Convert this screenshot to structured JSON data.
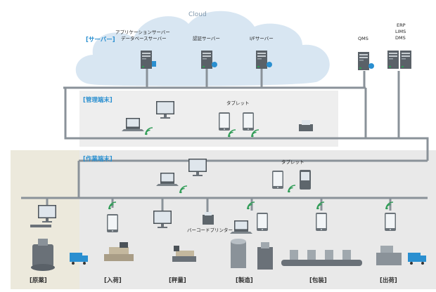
{
  "cloud": {
    "title": "Cloud"
  },
  "sections": {
    "server": "[サーバー]",
    "management": "[管理端末]",
    "work": "[作業端末]"
  },
  "servers": {
    "app_db_line1": "アプリケーションサーバー",
    "app_db_line2": "データベースサーバー",
    "auth": "認証サーバー",
    "if": "I/Fサーバー",
    "qms": "QMS",
    "erp_line1": "ERP",
    "erp_line2": "LIMS",
    "erp_line3": "DMS"
  },
  "tablet_label_mgmt": "タブレット",
  "tablet_label_work": "タブレット",
  "barcode_printer": "バーコードプリンター",
  "processes": [
    "[原薬]",
    "[入荷]",
    "[秤量]",
    "[製造]",
    "[包装]",
    "[出荷]"
  ],
  "colors": {
    "cloud": "#d8e6f2",
    "line": "#8a9299",
    "mgmt_panel": "#eeeeee",
    "work_panel": "#e9e9e9",
    "api_panel": "#ece9dc",
    "accent": "#2a8fd0",
    "wifi": "#2f9c56"
  }
}
